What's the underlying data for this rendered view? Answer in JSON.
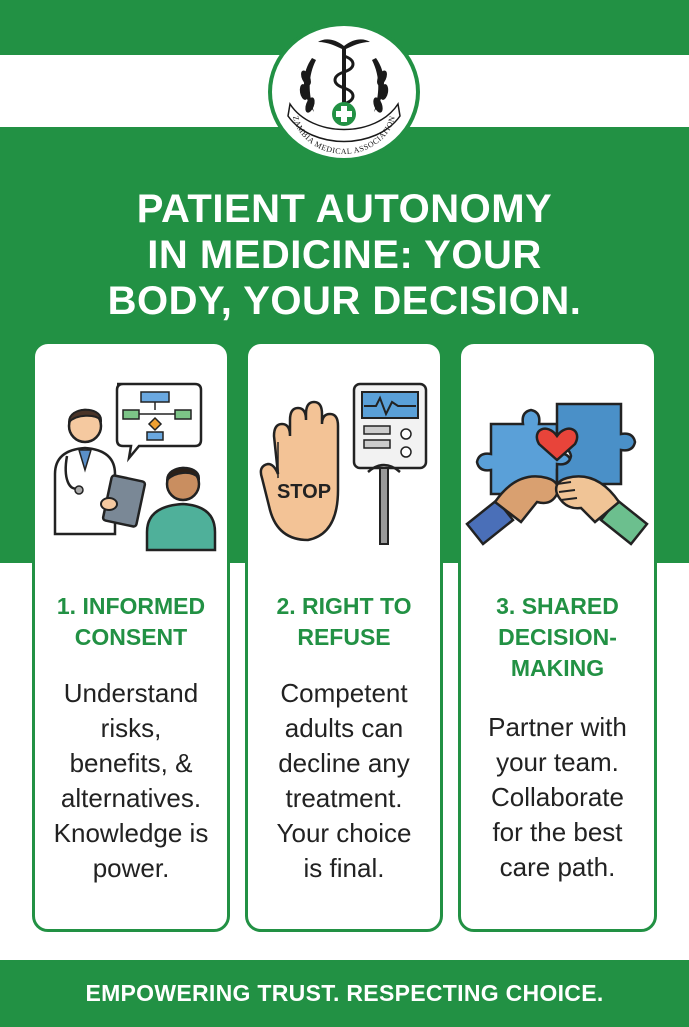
{
  "logo": {
    "text": "ZAMBIA MEDICAL ASSOCIATION",
    "icon": "caduceus-wreath-cross-icon"
  },
  "title": {
    "lines": [
      "PATIENT AUTONOMY",
      "IN MEDICINE: YOUR",
      "BODY, YOUR DECISION."
    ]
  },
  "cards": [
    {
      "icon": "doctor-patient-consultation-icon",
      "heading": [
        "1. INFORMED",
        "CONSENT"
      ],
      "body": [
        "Understand",
        "risks,",
        "benefits, &",
        "alternatives.",
        "Knowledge is",
        "power."
      ]
    },
    {
      "icon": "stop-hand-monitor-icon",
      "stop_label": "STOP",
      "heading": [
        "2. RIGHT TO",
        "REFUSE"
      ],
      "body": [
        "Competent",
        "adults can",
        "decline any",
        "treatment.",
        "Your choice",
        "is final."
      ]
    },
    {
      "icon": "puzzle-heart-handshake-icon",
      "heading": [
        "3. SHARED",
        "DECISION-",
        "MAKING"
      ],
      "body": [
        "Partner with",
        "your team.",
        "Collaborate",
        "for the best",
        "care path."
      ]
    }
  ],
  "footer": {
    "text": "EMPOWERING TRUST. RESPECTING CHOICE."
  },
  "colors": {
    "brand_green": "#229144",
    "text_dark": "#222222",
    "white": "#ffffff"
  }
}
